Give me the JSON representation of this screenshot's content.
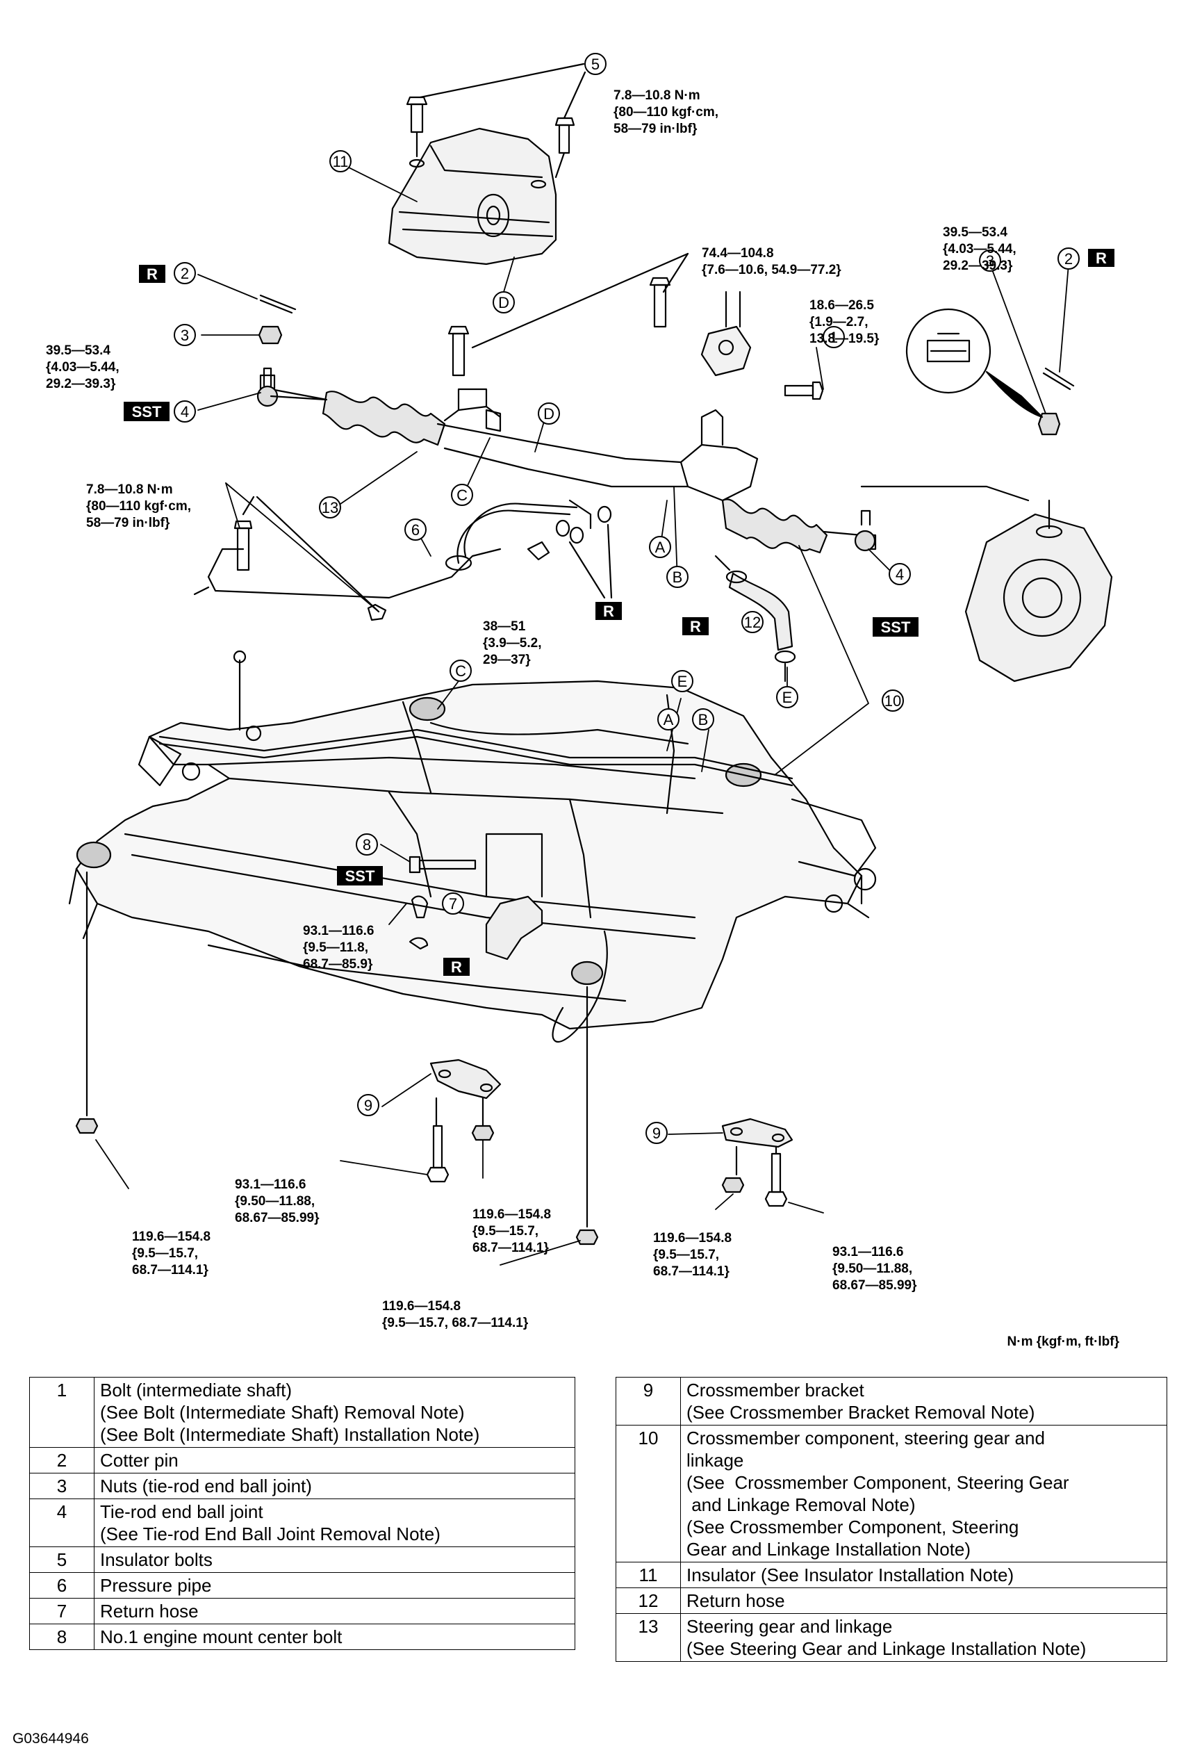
{
  "callouts": {
    "c5": {
      "num": "5",
      "torque": [
        "7.8—10.8 N·m",
        "{80—110 kgf·cm,",
        "58—79 in·lbf}"
      ]
    },
    "c11": {
      "num": "11"
    },
    "cD1": {
      "letter": "D"
    },
    "c2L": {
      "num": "2",
      "tag": "R"
    },
    "c3L": {
      "num": "3",
      "torque": [
        "39.5—53.4",
        "{4.03—5.44,",
        "29.2—39.3}"
      ]
    },
    "c4L": {
      "num": "4",
      "tag": "SST"
    },
    "cTopRack": {
      "torque": [
        "74.4—104.8",
        "{7.6—10.6, 54.9—77.2}"
      ]
    },
    "c1": {
      "num": "1",
      "torque": [
        "18.6—26.5",
        "{1.9—2.7,",
        "13.8—19.5}"
      ]
    },
    "c3R": {
      "num": "3",
      "torque": [
        "39.5—53.4",
        "{4.03—5.44,",
        "29.2—39.3}"
      ]
    },
    "c2R": {
      "num": "2",
      "tag": "R"
    },
    "cLeftStab": {
      "torque": [
        "7.8—10.8 N·m",
        "{80—110 kgf·cm,",
        "58—79 in·lbf}"
      ]
    },
    "c13": {
      "num": "13"
    },
    "cC1": {
      "letter": "C"
    },
    "cD2": {
      "letter": "D"
    },
    "c6": {
      "num": "6"
    },
    "cA1": {
      "letter": "A"
    },
    "cB1": {
      "letter": "B"
    },
    "cBanjo": {
      "torque": [
        "38—51",
        "{3.9—5.2,",
        "29—37}"
      ],
      "tag": "R"
    },
    "c4R": {
      "num": "4",
      "tag": "SST"
    },
    "c12": {
      "num": "12",
      "tag": "R"
    },
    "cE1": {
      "letter": "E"
    },
    "c10": {
      "num": "10"
    },
    "cC2": {
      "letter": "C"
    },
    "cE2": {
      "letter": "E"
    },
    "cA2": {
      "letter": "A"
    },
    "cB2": {
      "letter": "B"
    },
    "c8": {
      "num": "8",
      "tag": "SST",
      "torque": [
        "93.1—116.6",
        "{9.5—11.8,",
        "68.7—85.9}"
      ]
    },
    "c7": {
      "num": "7",
      "tag": "R"
    },
    "c9L": {
      "num": "9"
    },
    "c9R": {
      "num": "9"
    },
    "tBL": {
      "torque": [
        "93.1—116.6",
        "{9.50—11.88,",
        "68.67—85.99}"
      ]
    },
    "tBC": {
      "torque": [
        "119.6—154.8",
        "{9.5—15.7,",
        "68.7—114.1}"
      ]
    },
    "tFL": {
      "torque": [
        "119.6—154.8",
        "{9.5—15.7,",
        "68.7—114.1}"
      ]
    },
    "tBR1": {
      "torque": [
        "119.6—154.8",
        "{9.5—15.7,",
        "68.7—114.1}"
      ]
    },
    "tBR2": {
      "torque": [
        "93.1—116.6",
        "{9.50—11.88,",
        "68.67—85.99}"
      ]
    },
    "tBottom": {
      "torque": [
        "119.6—154.8",
        "{9.5—15.7, 68.7—114.1}"
      ]
    }
  },
  "units_note": "N·m {kgf·m, ft·lbf}",
  "figure_code": "G03644946",
  "parts_left": [
    {
      "num": "1",
      "lines": [
        "Bolt (intermediate shaft)",
        "(See Bolt (Intermediate Shaft) Removal Note)",
        "(See Bolt (Intermediate Shaft) Installation Note)"
      ]
    },
    {
      "num": "2",
      "lines": [
        "Cotter pin"
      ]
    },
    {
      "num": "3",
      "lines": [
        "Nuts (tie-rod end ball joint)"
      ]
    },
    {
      "num": "4",
      "lines": [
        "Tie-rod end ball joint",
        "(See Tie-rod End Ball Joint Removal Note)"
      ]
    },
    {
      "num": "5",
      "lines": [
        "Insulator bolts"
      ]
    },
    {
      "num": "6",
      "lines": [
        "Pressure pipe"
      ]
    },
    {
      "num": "7",
      "lines": [
        "Return hose"
      ]
    },
    {
      "num": "8",
      "lines": [
        "No.1 engine mount center bolt"
      ]
    }
  ],
  "parts_right": [
    {
      "num": "9",
      "lines": [
        "Crossmember bracket",
        "(See Crossmember Bracket Removal Note)"
      ]
    },
    {
      "num": "10",
      "lines": [
        "Crossmember component, steering gear and",
        "linkage",
        "(See  Crossmember Component, Steering Gear",
        " and Linkage Removal Note)",
        "(See Crossmember Component, Steering",
        "Gear and Linkage Installation Note)"
      ]
    },
    {
      "num": "11",
      "lines": [
        "Insulator (See Insulator Installation Note)"
      ]
    },
    {
      "num": "12",
      "lines": [
        "Return hose"
      ]
    },
    {
      "num": "13",
      "lines": [
        "Steering gear and linkage",
        "(See Steering Gear and Linkage Installation Note)"
      ]
    }
  ]
}
